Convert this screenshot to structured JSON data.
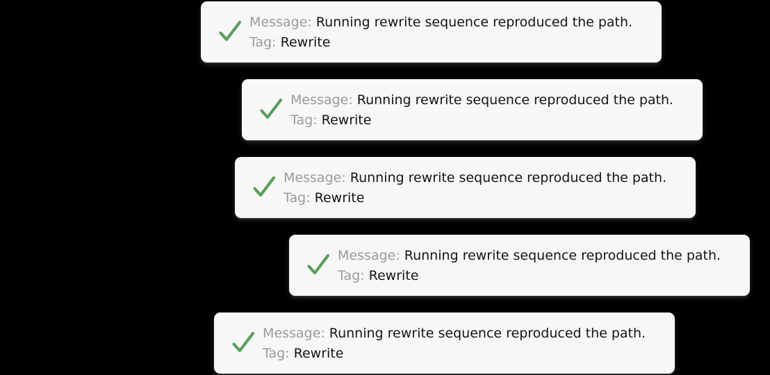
{
  "background_color": "#000000",
  "card": {
    "background_color": "#f7f7f7",
    "label_color": "#9a9a9a",
    "value_color": "#141414",
    "accent_color": "#5a9e5f"
  },
  "labels": {
    "message": "Message:",
    "tag": "Tag:"
  },
  "toasts": [
    {
      "icon": "check-icon",
      "message_label": "Message:",
      "message_value": "Running rewrite sequence reproduced the path.",
      "tag_label": "Tag:",
      "tag_value": "Rewrite"
    },
    {
      "icon": "check-icon",
      "message_label": "Message:",
      "message_value": "Running rewrite sequence reproduced the path.",
      "tag_label": "Tag:",
      "tag_value": "Rewrite"
    },
    {
      "icon": "check-icon",
      "message_label": "Message:",
      "message_value": "Running rewrite sequence reproduced the path.",
      "tag_label": "Tag:",
      "tag_value": "Rewrite"
    },
    {
      "icon": "check-icon",
      "message_label": "Message:",
      "message_value": "Running rewrite sequence reproduced the path.",
      "tag_label": "Tag:",
      "tag_value": "Rewrite"
    },
    {
      "icon": "check-icon",
      "message_label": "Message:",
      "message_value": "Running rewrite sequence reproduced the path.",
      "tag_label": "Tag:",
      "tag_value": "Rewrite"
    }
  ]
}
